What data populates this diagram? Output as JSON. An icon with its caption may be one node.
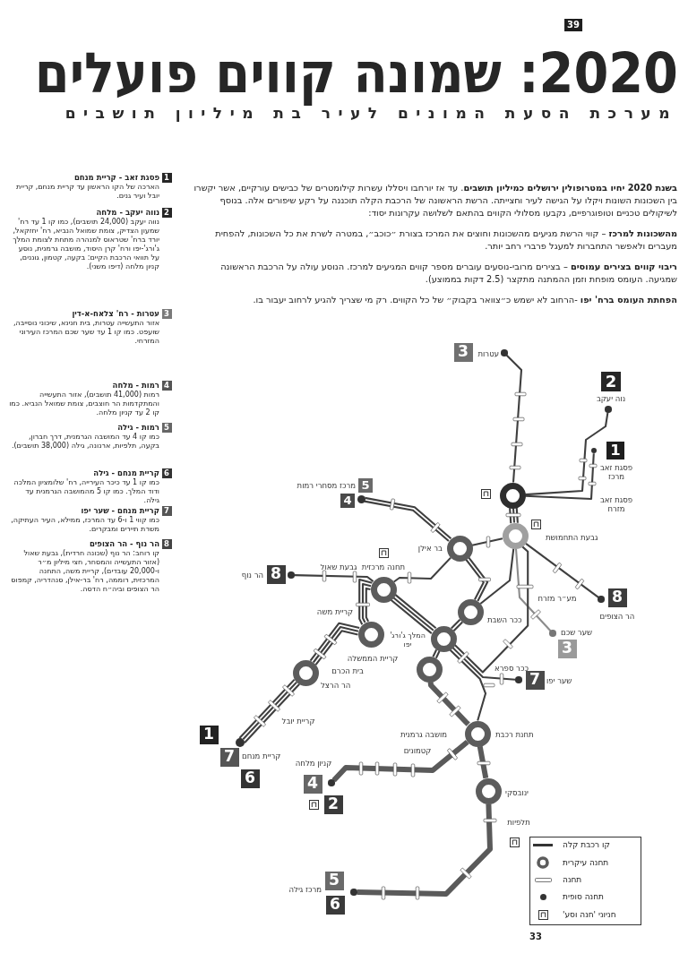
{
  "diagram": {
    "title": "2020: שמונה קווים פועלים",
    "nodes": [
      {
        "text": [
          "1"
        ],
        "beside": [
          "פסגת זאב - קריית מנחם",
          "הארכה של הקו הראשון עד קריית מנחם, קריית יובל ועיר גנים."
        ]
      },
      {
        "text": [
          "2"
        ],
        "beside": [
          "נווה יעקב - מלחה",
          "נווה יעקב (24,000 תושבים), כמו קו 1 עד רח' שמעון הצדיק, צומת שמואל הנביא, רח' יחזקאל, יורד ברח' שטראוס למנהרה מתחת לצומת המלך ג'ורג'-יפו ורח' קרן היסוד, מושבה גרמנית, נוסע על תוואי הרכבת הקיים: בקעה, קטמון, גוננים, קניון מלחה (דיפו משני)."
        ]
      },
      {
        "text": [
          "3"
        ],
        "beside": [
          "עטרות - רח' צלאח-א-דין",
          "אזור התעשייה עטרות, בית חנינא, שיכוני נוסייבה, שועפט. כמו קו 1 עד שער שכם המרכז העירוני המזרחי."
        ]
      },
      {
        "text": [
          "4"
        ],
        "beside": [
          "רמות - מלחה",
          "רמות (41,000 תושבים), אזור התעשייה והמתקדמות הר חוצבים, צומת שמואל הנביא. כמו קו 2 עד קניון מלחה."
        ]
      },
      {
        "text": [
          "5"
        ],
        "beside": [
          "רמות - גילה",
          "כמו קו 4 עד המושבה הגרמנית, דרך חברון, בקעה, תלפיות, ארנונה, גילה (38,000 תושבים)."
        ]
      },
      {
        "text": [
          "6"
        ],
        "beside": [
          "קריית מנחם - גילה",
          "כמו קו 1 עד כיכר העירייה, רח' שלומציון המלכה ודוד המלך. כמו קו 5 מהמושבה הגרמנית עד גילה."
        ]
      },
      {
        "text": [
          "7"
        ],
        "beside": [
          "קריית מנחם - שער יפו",
          "כמו קווי 1 ו-6 עד המרכז, ממילא, העיר העתיקה, משרת תיירים ומבקרים."
        ]
      },
      {
        "text": [
          "8"
        ],
        "beside": [
          "הר נוף - הר הצופים",
          "קו רוחב: הר נוף (שכונה חרדית), גבעת שאול (אזור התעשייה והמסחר, חצי מיליון מ״ר ו-20,000 עובדים), קריית משה, התחנה המרכזית, רוממה, רח' בר-אילן, סנהדריה, קמפוס הר הצופים וביה״ח הדסה."
        ]
      },
      {
        "text": [
          "3"
        ]
      },
      {
        "text": [],
        "shape": "dot",
        "beside": [
          "עטרות"
        ]
      },
      {
        "text": [
          "2"
        ]
      },
      {
        "text": [],
        "shape": "dot",
        "beside": [
          "נוה יעקב"
        ]
      },
      {
        "text": [
          "1"
        ],
        "beside": [
          "פסגת זאב מרכז"
        ]
      },
      {
        "text": [],
        "shape": "dot"
      },
      {
        "text": [
          "5"
        ],
        "beside": [
          "מרכז מסחרי רמות"
        ]
      },
      {
        "text": [
          "4"
        ]
      },
      {
        "text": [],
        "shape": "dot"
      },
      {
        "text": [],
        "shape": "ring"
      },
      {
        "text": [],
        "shape": "ring",
        "beside": [
          "גבעת התחמושת"
        ]
      },
      {
        "text": [],
        "shape": "ring",
        "beside": [
          "בר אילן"
        ]
      },
      {
        "text": [
          "8"
        ],
        "beside": [
          "הר נוף"
        ]
      },
      {
        "text": [],
        "shape": "dot"
      },
      {
        "text": [],
        "shape": "ring",
        "beside": [
          "תחנה מרכזית"
        ]
      },
      {
        "text": [
          "8"
        ]
      },
      {
        "text": [],
        "shape": "dot",
        "beside": [
          "הר הצופים"
        ]
      },
      {
        "text": [],
        "shape": "ring",
        "beside": [
          "ככר השבת"
        ]
      },
      {
        "text": [],
        "shape": "dot",
        "beside": [
          "שער שכם"
        ]
      },
      {
        "text": [
          "3"
        ]
      },
      {
        "text": [],
        "shape": "ring",
        "beside": [
          "קריית הממשלה"
        ]
      },
      {
        "text": [],
        "shape": "ring",
        "beside": [
          "המלך ג'ורג' יפו"
        ]
      },
      {
        "text": [],
        "shape": "ring",
        "beside": [
          "הר הרצל"
        ]
      },
      {
        "text": [],
        "shape": "ring"
      },
      {
        "text": [],
        "shape": "dot"
      },
      {
        "text": [
          "7"
        ],
        "beside": [
          "שער יפו"
        ]
      },
      {
        "text": [
          "1"
        ]
      },
      {
        "text": [],
        "shape": "dot"
      },
      {
        "text": [
          "7"
        ],
        "beside": [
          "קריית מנחם"
        ]
      },
      {
        "text": [
          "6"
        ]
      },
      {
        "text": [],
        "shape": "ring",
        "beside": [
          "תחנת רכבת"
        ]
      },
      {
        "text": [],
        "shape": "dot"
      },
      {
        "text": [
          "4"
        ],
        "beside": [
          "קניון מלחה"
        ]
      },
      {
        "text": [
          "2"
        ]
      },
      {
        "text": [],
        "shape": "ring",
        "beside": [
          "ינובסקי"
        ]
      },
      {
        "text": [],
        "shape": "dot"
      },
      {
        "text": [
          "5"
        ],
        "beside": [
          "מרכז גילה"
        ]
      },
      {
        "text": [
          "6"
        ]
      }
    ],
    "edges": [
      {
        "from": 9,
        "to": 17,
        "arrow": "none"
      },
      {
        "from": 11,
        "to": 17,
        "arrow": "none"
      },
      {
        "from": 13,
        "to": 17,
        "arrow": "none"
      },
      {
        "from": 17,
        "to": 18,
        "arrow": "none"
      },
      {
        "from": 17,
        "to": 18,
        "arrow": "none"
      },
      {
        "from": 17,
        "to": 18,
        "arrow": "none"
      },
      {
        "from": 16,
        "to": 19,
        "arrow": "none"
      },
      {
        "from": 16,
        "to": 19,
        "arrow": "none"
      },
      {
        "from": 21,
        "to": 22,
        "arrow": "none"
      },
      {
        "from": 22,
        "to": 19,
        "arrow": "none"
      },
      {
        "from": 19,
        "to": 18,
        "arrow": "none"
      },
      {
        "from": 18,
        "to": 24,
        "arrow": "none"
      },
      {
        "from": 18,
        "to": 26,
        "arrow": "none",
        "color": "#8c8c8c"
      },
      {
        "from": 19,
        "to": 25,
        "arrow": "none"
      },
      {
        "from": 19,
        "to": 25,
        "arrow": "none"
      },
      {
        "from": 18,
        "to": 25,
        "arrow": "none"
      },
      {
        "from": 25,
        "to": 29,
        "arrow": "none"
      },
      {
        "from": 25,
        "to": 29,
        "arrow": "none"
      },
      {
        "from": 22,
        "to": 29,
        "arrow": "none"
      },
      {
        "from": 22,
        "to": 29,
        "arrow": "none"
      },
      {
        "from": 22,
        "to": 29,
        "arrow": "none"
      },
      {
        "from": 22,
        "to": 28,
        "arrow": "none"
      },
      {
        "from": 22,
        "to": 28,
        "arrow": "none"
      },
      {
        "from": 22,
        "to": 28,
        "arrow": "none"
      },
      {
        "from": 28,
        "to": 30,
        "arrow": "none"
      },
      {
        "from": 28,
        "to": 30,
        "arrow": "none"
      },
      {
        "from": 28,
        "to": 30,
        "arrow": "none"
      },
      {
        "from": 30,
        "to": 35,
        "arrow": "none"
      },
      {
        "from": 30,
        "to": 35,
        "arrow": "none"
      },
      {
        "from": 30,
        "to": 35,
        "arrow": "none"
      },
      {
        "from": 29,
        "to": 31,
        "arrow": "none"
      },
      {
        "from": 29,
        "to": 31,
        "arrow": "none"
      },
      {
        "from": 29,
        "to": 32,
        "arrow": "none"
      },
      {
        "from": 29,
        "to": 18,
        "arrow": "none"
      },
      {
        "from": 29,
        "to": 38,
        "arrow": "none"
      },
      {
        "from": 31,
        "to": 38,
        "arrow": "none",
        "style": "thick"
      },
      {
        "from": 38,
        "to": 39,
        "arrow": "none",
        "style": "thick"
      },
      {
        "from": 38,
        "to": 42,
        "arrow": "none",
        "style": "thick"
      },
      {
        "from": 42,
        "to": 43,
        "arrow": "none",
        "style": "thick"
      }
    ],
    "labels": [
      "39",
      "מערכת הסעת המונים לעיר בת מיליון תושבים",
      "**בשנת 2020 יחיו במטרופולין ירושלים כמיליון תושבים**. עד אז יורחבו ויסללו עשרות קילומטרים של כבישים עורקיים, אשר יקשרו בין השכונות השונות ויקלו על הגישה לעיר וחצייתה. הרשת הראשונה של הרכבת הקלה תוכננה על רקע שיפורים אלה. בנוסף לשיקולים טכניים וטופוגרפיים, נקבעו מסלולי הקווים בהתאם לשלושה עקרונות יסוד:",
      "**מהשכונות למרכז** – קווי הרשת מגיעים מהשכונות וחוצים את המרכז בצורת ״כוכב״, במטרה לשרת את כל השכונות, להפחית מעברים ולאפשר התחברות למעגל פרברי רחב יותר.",
      "**ריבוי קווים בצירים עמוסים** – בצירים מרובי-נוסעים עוברים מספר קווים המגיעים למרכז. הנוסע עולה על הרכבת הראשונה שמגיעה. העומס מופחת וזמן ההמתנה מתקצר (2.5 דקות בממוצע).",
      "**הפחתת העומס ברח' יפו** -הרחוב לא ישמש כ״צוואר בקבוק״ של כל הקווים. רק מי שצריך להגיע לרחוב יעבור בו.",
      "פסגת זאב מזרח",
      "גבעת שאול",
      "מע״ר מזרח",
      "קריית משה",
      "בית הכרם",
      "ככר ספרא",
      "קריית יובל",
      "מושבה גרמנית",
      "קטמונים",
      "תלפיות",
      "33"
    ],
    "legend": [
      {
        "text": "קו רכבת קלה"
      },
      {
        "text": "תחנה עיקרית"
      },
      {
        "text": "תחנה"
      },
      {
        "text": "תחנה סופית"
      },
      {
        "text": "חניוני 'חנה וסע'"
      }
    ]
  }
}
